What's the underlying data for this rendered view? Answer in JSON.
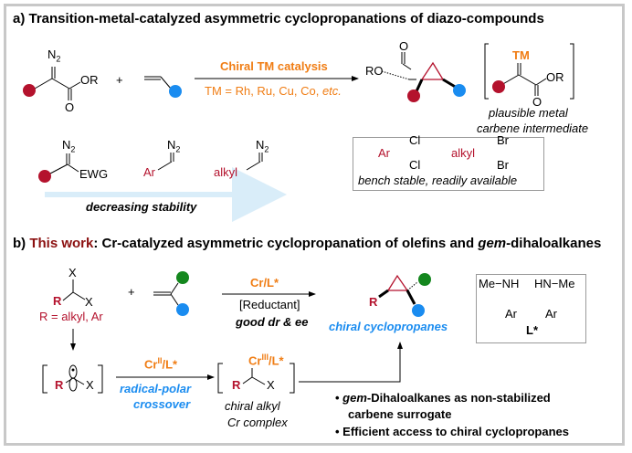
{
  "section_a": {
    "header": "a) Transition-metal-catalyzed asymmetric cyclopropanations of diazo-compounds",
    "reactant_diazo": {
      "n2": "N2",
      "or": "OR",
      "o": "O"
    },
    "plus": "+",
    "arrow_top": "Chiral TM catalysis",
    "arrow_bottom_prefix": "TM = Rh, Ru, Cu, Co, ",
    "arrow_bottom_etc": "etc.",
    "product_ro": "RO",
    "product_o": "O",
    "intermediate": {
      "tm": "TM",
      "or": "OR",
      "o": "O"
    },
    "intermediate_caption_1": "plausible metal",
    "intermediate_caption_2": "carbene intermediate",
    "stability_series": [
      {
        "n2": "N2",
        "label": "EWG"
      },
      {
        "n2": "N2",
        "label": "Ar"
      },
      {
        "n2": "N2",
        "label": "alkyl"
      }
    ],
    "stability_label": "decreasing stability",
    "box": {
      "ar": "Ar",
      "cl1": "Cl",
      "cl2": "Cl",
      "alkyl": "alkyl",
      "br1": "Br",
      "br2": "Br",
      "caption": "bench stable, readily available"
    }
  },
  "section_b": {
    "header_prefix": "b) ",
    "header_highlight": "This work",
    "header_mid": ": Cr-catalyzed asymmetric cyclopropanation of olefins and ",
    "header_gem": "gem",
    "header_suffix": "-dihaloalkanes",
    "reactant": {
      "x1": "X",
      "x2": "X",
      "r": "R",
      "r_def": "R = alkyl, Ar"
    },
    "plus": "+",
    "arrow_top": "Cr/L*",
    "arrow_mid": "[Reductant]",
    "arrow_bottom": "good dr & ee",
    "product_r": "R",
    "product_label": "chiral cyclopropanes",
    "ligand": {
      "me_nh": "Me−NH",
      "hn_me": "HN−Me",
      "ar1": "Ar",
      "ar2": "Ar",
      "name": "L*"
    },
    "radical": {
      "r": "R",
      "x": "X"
    },
    "step2_top": "CrII/L*",
    "step2_bottom_1": "radical-polar",
    "step2_bottom_2": "crossover",
    "complex": {
      "cr": "CrIII/L*",
      "r": "R",
      "x": "X"
    },
    "complex_caption_1": "chiral alkyl",
    "complex_caption_2": "Cr complex",
    "bullets": [
      {
        "gem": "gem",
        "text": "-Dihaloalkanes as non-stabilized"
      },
      {
        "text": "carbene surrogate"
      },
      {
        "text": "Efficient access to chiral cyclopropanes"
      }
    ]
  },
  "colors": {
    "red_dot": "#b4122d",
    "blue_dot": "#1a8cf0",
    "green_dot": "#14871e",
    "orange": "#f07d14",
    "arrow_band": "#d9edf9",
    "frame": "#c8c8c8"
  }
}
